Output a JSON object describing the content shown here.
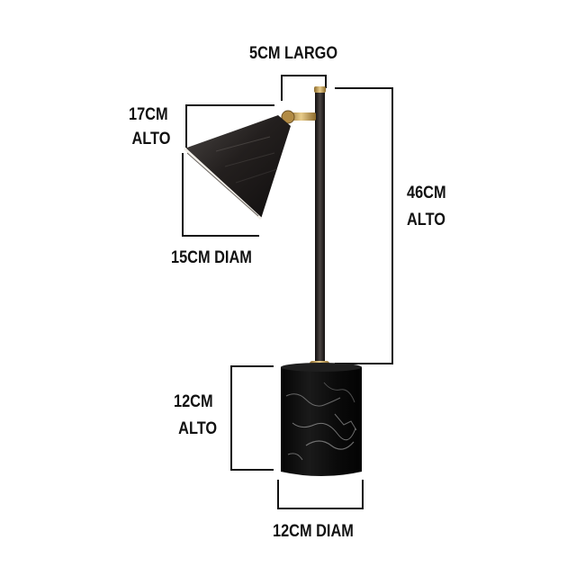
{
  "product": {
    "arm_width_label": "5CM LARGO",
    "shade_height_label": {
      "line1": "17CM",
      "line2": "ALTO"
    },
    "shade_diameter_label": "15CM DIAM",
    "pole_height_label": {
      "line1": "46CM",
      "line2": "ALTO"
    },
    "base_height_label": {
      "line1": "12CM",
      "line2": "ALTO"
    },
    "base_diameter_label": "12CM DIAM"
  },
  "colors": {
    "lamp_body": "#1c1a1a",
    "brass_accent": "#c9a45a",
    "marble_base": "#0c0c0c",
    "dimension_lines": "#111111",
    "background": "#ffffff"
  }
}
